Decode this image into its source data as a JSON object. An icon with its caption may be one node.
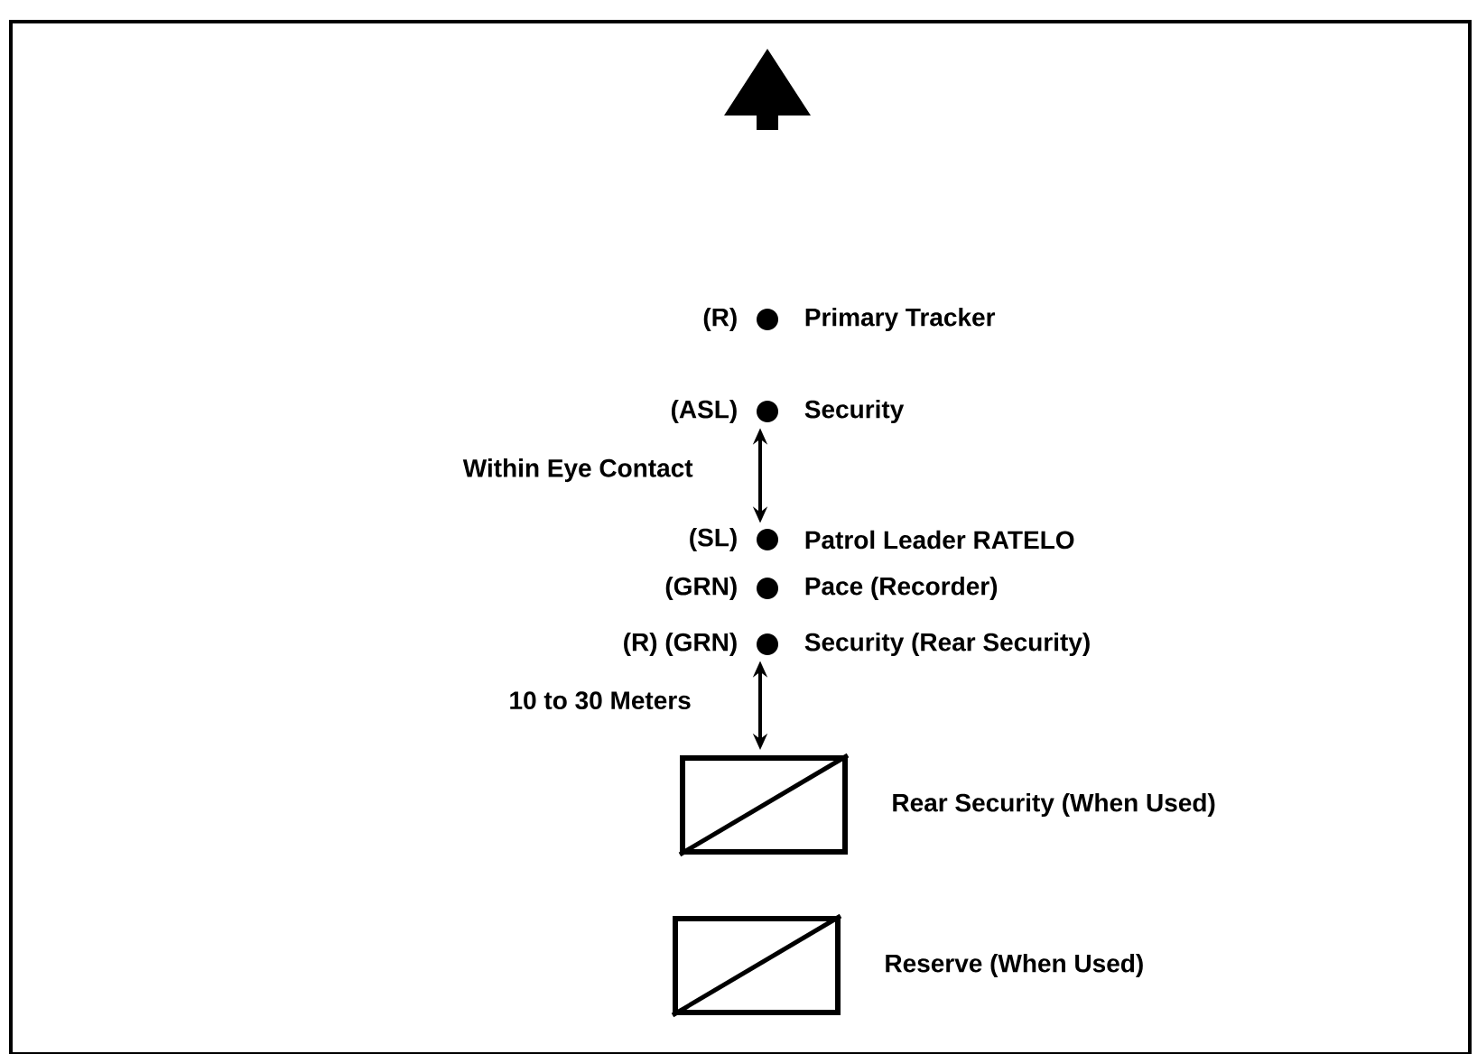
{
  "diagram": {
    "nodes": [
      {
        "text": [],
        "shape": "circle",
        "beside": [
          "(R)",
          "Primary Tracker"
        ]
      },
      {
        "text": [],
        "shape": "circle",
        "beside": [
          "(ASL)",
          "Security"
        ]
      },
      {
        "text": [],
        "shape": "circle",
        "beside": [
          "(SL)",
          "Patrol Leader RATELO"
        ]
      },
      {
        "text": [],
        "shape": "circle",
        "beside": [
          "(GRN)",
          "Pace (Recorder)"
        ]
      },
      {
        "text": [],
        "shape": "circle",
        "beside": [
          "(R) (GRN)",
          "Security (Rear Security)"
        ]
      },
      {
        "text": [],
        "shape": "box",
        "beside": [
          "Rear Security (When Used)"
        ]
      },
      {
        "text": [],
        "shape": "box",
        "beside": [
          "Reserve (When Used)"
        ]
      }
    ],
    "edges": [
      {
        "from": 1,
        "to": 2,
        "arrow": "both",
        "label": "Within Eye Contact"
      },
      {
        "from": 4,
        "to": 5,
        "arrow": "both",
        "label": "10 to 30 Meters"
      }
    ]
  }
}
